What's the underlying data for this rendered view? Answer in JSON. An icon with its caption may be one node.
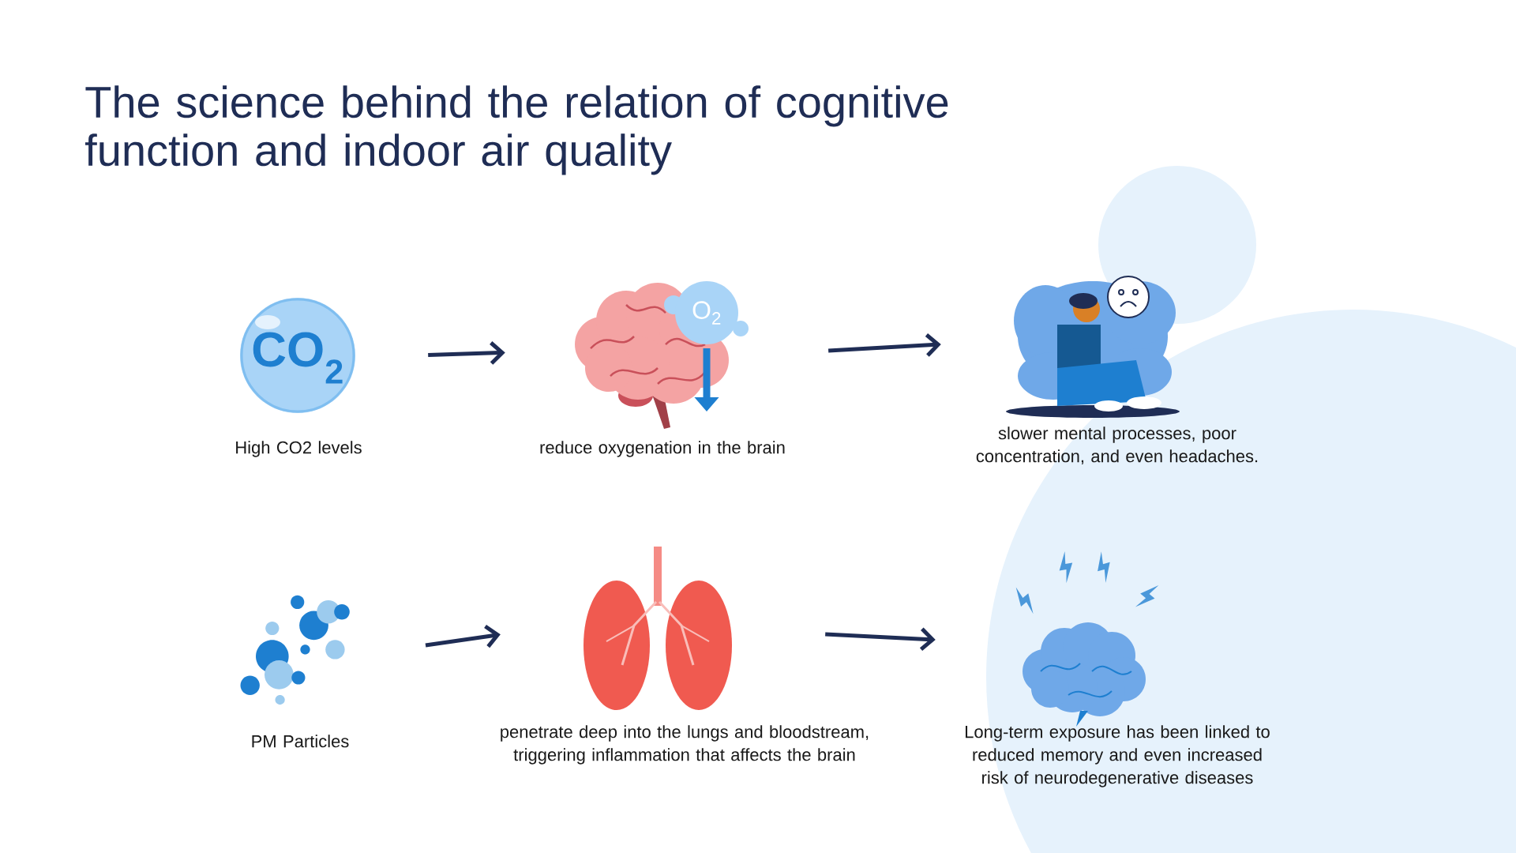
{
  "diagram": {
    "title": "The science behind the relation of cognitive function and indoor air quality",
    "nodes": [
      {
        "text": [],
        "shape": "picture",
        "beside": [
          "High CO2 levels"
        ]
      },
      {
        "text": [],
        "shape": "picture",
        "beside": [
          "reduce oxygenation in the brain"
        ]
      },
      {
        "text": [],
        "shape": "picture",
        "beside": [
          "slower mental processes, poor concentration, and even headaches."
        ]
      },
      {
        "text": [],
        "shape": "picture",
        "beside": [
          "PM Particles"
        ]
      },
      {
        "text": [],
        "shape": "picture",
        "beside": [
          "penetrate deep into the lungs and bloodstream, triggering inflammation that affects the brain"
        ]
      },
      {
        "text": [],
        "shape": "picture",
        "beside": [
          "Long-term exposure has been linked to reduced memory and even increased risk of neurodegenerative diseases"
        ]
      }
    ],
    "edges": [
      {
        "from": 0,
        "to": 1,
        "arrow": "to"
      },
      {
        "from": 1,
        "to": 2,
        "arrow": "to"
      },
      {
        "from": 3,
        "to": 4,
        "arrow": "to"
      },
      {
        "from": 4,
        "to": 5,
        "arrow": "to"
      }
    ],
    "labels": [
      "CO$_{2}$",
      "O$_{2}$"
    ]
  }
}
